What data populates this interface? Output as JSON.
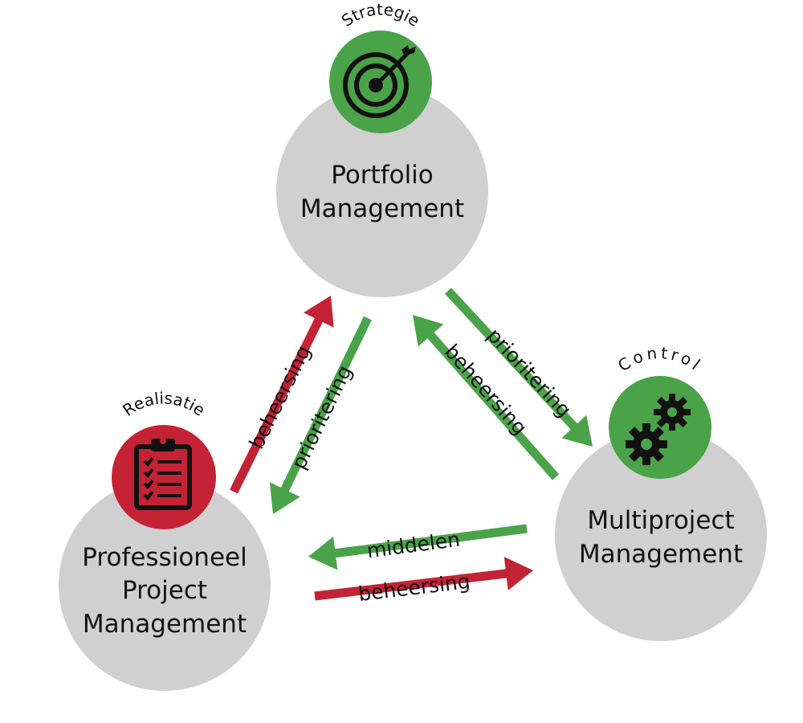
{
  "colors": {
    "node_fill": "#d0d0d0",
    "green": "#4aa348",
    "red": "#c42235",
    "icon": "#111111"
  },
  "nodes": {
    "portfolio": {
      "title_line1": "Portfolio",
      "title_line2": "Management",
      "badge_label": "Strategie",
      "badge_icon": "target-icon"
    },
    "professional": {
      "title_line1": "Professioneel",
      "title_line2": "Project",
      "title_line3": "Management",
      "badge_label": "Realisatie",
      "badge_icon": "clipboard-checklist-icon"
    },
    "multiproject": {
      "title_line1": "Multiproject",
      "title_line2": "Management",
      "badge_label": "Control",
      "badge_icon": "gears-icon"
    }
  },
  "arrows": {
    "prof_to_portfolio": {
      "label": "beheersing",
      "color": "red"
    },
    "portfolio_to_prof": {
      "label": "prioritering",
      "color": "green"
    },
    "portfolio_to_multi": {
      "label": "prioritering",
      "color": "green"
    },
    "multi_to_portfolio": {
      "label": "beheersing",
      "color": "green"
    },
    "multi_to_prof": {
      "label": "middelen",
      "color": "green"
    },
    "prof_to_multi": {
      "label": "beheersing",
      "color": "red"
    }
  }
}
